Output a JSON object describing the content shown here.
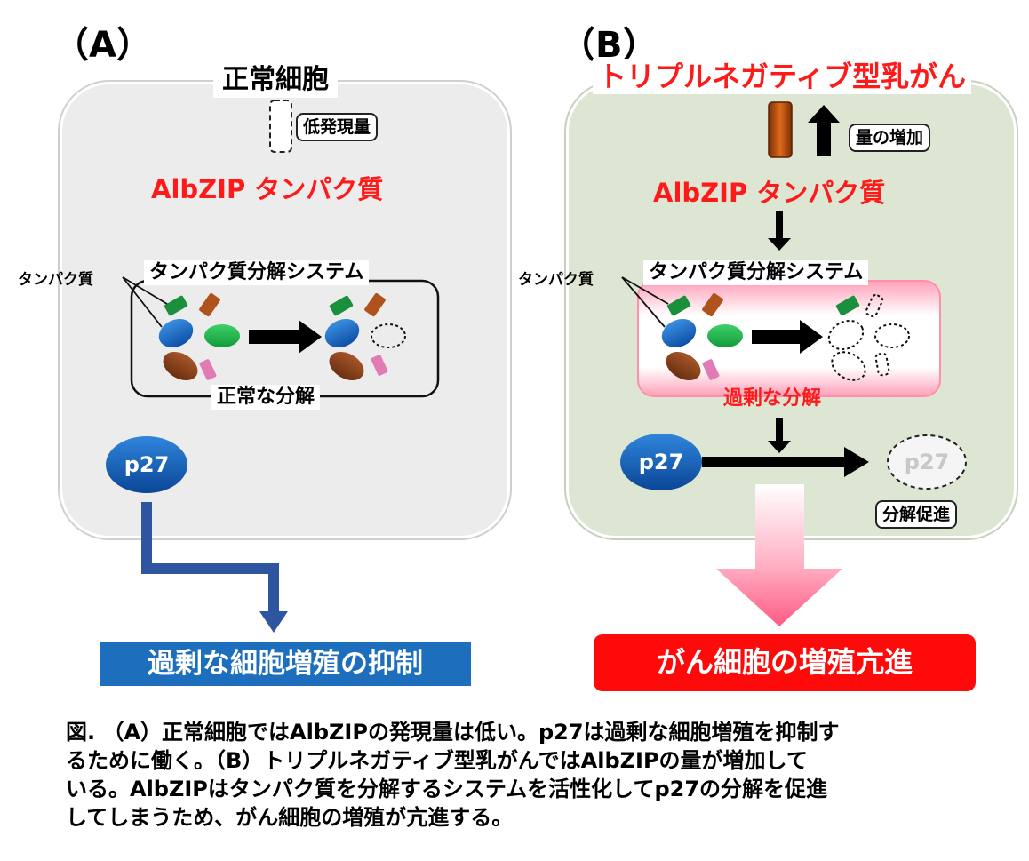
{
  "panel_a": {
    "letter": "（A）",
    "cell_title": "正常細胞",
    "low_expression_label": "低発現量",
    "protein_title": "AlbZIP タンパク質",
    "protein_label": "タンパク質",
    "system_label": "タンパク質分解システム",
    "degradation_label": "正常な分解",
    "p27_label": "p27",
    "outcome_label": "過剰な細胞増殖の抑制",
    "colors": {
      "cell_bg": "#ececec",
      "outcome_bg": "#1d6fbd",
      "arrow": "#2e55a0"
    }
  },
  "panel_b": {
    "letter": "（B）",
    "cell_title": "トリプルネガティブ型乳がん",
    "increase_label": "量の増加",
    "protein_title": "AlbZIP タンパク質",
    "protein_label": "タンパク質",
    "system_label": "タンパク質分解システム",
    "degradation_label": "過剰な分解",
    "p27_label": "p27",
    "p27_degraded_label": "p27",
    "promoted_label": "分解促進",
    "outcome_label": "がん細胞の増殖亢進",
    "colors": {
      "cell_bg": "#dce6d2",
      "title": "#ff1a1a",
      "outcome_bg": "#ff0a0a",
      "down_arrow": "#ff7fa0"
    }
  },
  "caption": {
    "line1": "図. （A）正常細胞ではAlbZIPの発現量は低い。p27は過剰な細胞増殖を抑制す",
    "line2": "るために働く。（B）トリプルネガティブ型乳がんではAlbZIPの量が増加して",
    "line3": "いる。AlbZIPはタンパク質を分解するシステムを活性化してp27の分解を促進",
    "line4": "してしまうため、がん細胞の増殖が亢進する。"
  }
}
